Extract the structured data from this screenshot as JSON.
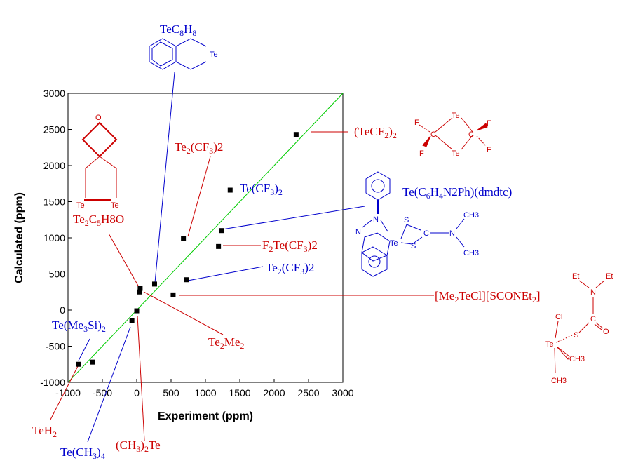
{
  "chart_data": {
    "type": "scatter",
    "xlabel": "Experiment  (ppm)",
    "ylabel": "Calculated  (ppm)",
    "xlim": [
      -1000,
      3000
    ],
    "ylim": [
      -1000,
      3000
    ],
    "xticks": [
      "-1000",
      "-500",
      "0",
      "500",
      "1000",
      "1500",
      "2000",
      "2500",
      "3000"
    ],
    "yticks": [
      "-1000",
      "-500",
      "0",
      "500",
      "1000",
      "1500",
      "2000",
      "2500",
      "3000"
    ],
    "reference_line": {
      "from": [
        -1000,
        -1000
      ],
      "to": [
        3000,
        3000
      ],
      "color": "#00cc00"
    },
    "points": [
      {
        "x": -850,
        "y": -750
      },
      {
        "x": -640,
        "y": -720
      },
      {
        "x": -70,
        "y": -150
      },
      {
        "x": 0,
        "y": -10
      },
      {
        "x": 40,
        "y": 250
      },
      {
        "x": 50,
        "y": 300
      },
      {
        "x": 260,
        "y": 360
      },
      {
        "x": 530,
        "y": 210
      },
      {
        "x": 680,
        "y": 990
      },
      {
        "x": 720,
        "y": 420
      },
      {
        "x": 1190,
        "y": 880
      },
      {
        "x": 1230,
        "y": 1100
      },
      {
        "x": 1360,
        "y": 1660
      },
      {
        "x": 2320,
        "y": 2430
      }
    ],
    "marker_color": "#000000",
    "annotations": [
      {
        "pre": "TeC",
        "sub1": "8",
        "mid": "H",
        "sub2": "8",
        "post": "",
        "color": "#0000cc"
      },
      {
        "pre": "Te",
        "sub1": "2",
        "mid": "(CF",
        "sub2": "3",
        "post": ")2",
        "color": "#cc0000"
      },
      {
        "pre": "Te(CF",
        "sub1": "3",
        "mid": ")",
        "sub2": "2",
        "post": "",
        "color": "#0000cc"
      },
      {
        "pre": "(TeCF",
        "sub1": "2",
        "mid": ")",
        "sub2": "2",
        "post": "",
        "color": "#cc0000"
      },
      {
        "pre": "Te(C",
        "sub1": "6",
        "mid": "H",
        "sub2": "4",
        "post": "N2Ph)(dmdtc)",
        "color": "#0000cc"
      },
      {
        "pre": "Te",
        "sub1": "2",
        "mid": "C",
        "sub2": "5",
        "post": "H8O",
        "color": "#cc0000"
      },
      {
        "pre": "F",
        "sub1": "2",
        "mid": "Te(CF",
        "sub2": "3",
        "post": ")2",
        "color": "#cc0000"
      },
      {
        "pre": "Te",
        "sub1": "2",
        "mid": "(CF",
        "sub2": "3",
        "post": ")2",
        "color": "#0000cc"
      },
      {
        "pre": "[Me",
        "sub1": "2",
        "mid": "TeCl][SCONEt",
        "sub2": "2",
        "post": "]",
        "color": "#cc0000"
      },
      {
        "pre": "Te(Me",
        "sub1": "3",
        "mid": "Si)",
        "sub2": "2",
        "post": "",
        "color": "#0000cc"
      },
      {
        "pre": "Te",
        "sub1": "2",
        "mid": "Me",
        "sub2": "2",
        "post": "",
        "color": "#cc0000"
      },
      {
        "pre": "TeH",
        "sub1": "2",
        "mid": "",
        "sub2": "",
        "post": "",
        "color": "#cc0000"
      },
      {
        "pre": "Te(CH",
        "sub1": "3",
        "mid": ")",
        "sub2": "4",
        "post": "",
        "color": "#0000cc"
      },
      {
        "pre": "(CH",
        "sub1": "3",
        "mid": ")",
        "sub2": "2",
        "post": "Te",
        "color": "#cc0000"
      }
    ]
  },
  "structures": {
    "tec8h8_atom": "Te",
    "oxetane_atoms": [
      "O",
      "Te",
      "Te"
    ],
    "tecf2_atoms": [
      "Te",
      "Te",
      "C",
      "C",
      "F",
      "F",
      "F",
      "F"
    ],
    "dmdtc_atoms": [
      "N",
      "N",
      "Te",
      "S",
      "S",
      "C",
      "N",
      "CH3",
      "CH3"
    ],
    "scon_atoms": [
      "Et",
      "Et",
      "N",
      "Cl",
      "C",
      "O",
      "S",
      "Te",
      "CH3",
      "CH3"
    ]
  }
}
